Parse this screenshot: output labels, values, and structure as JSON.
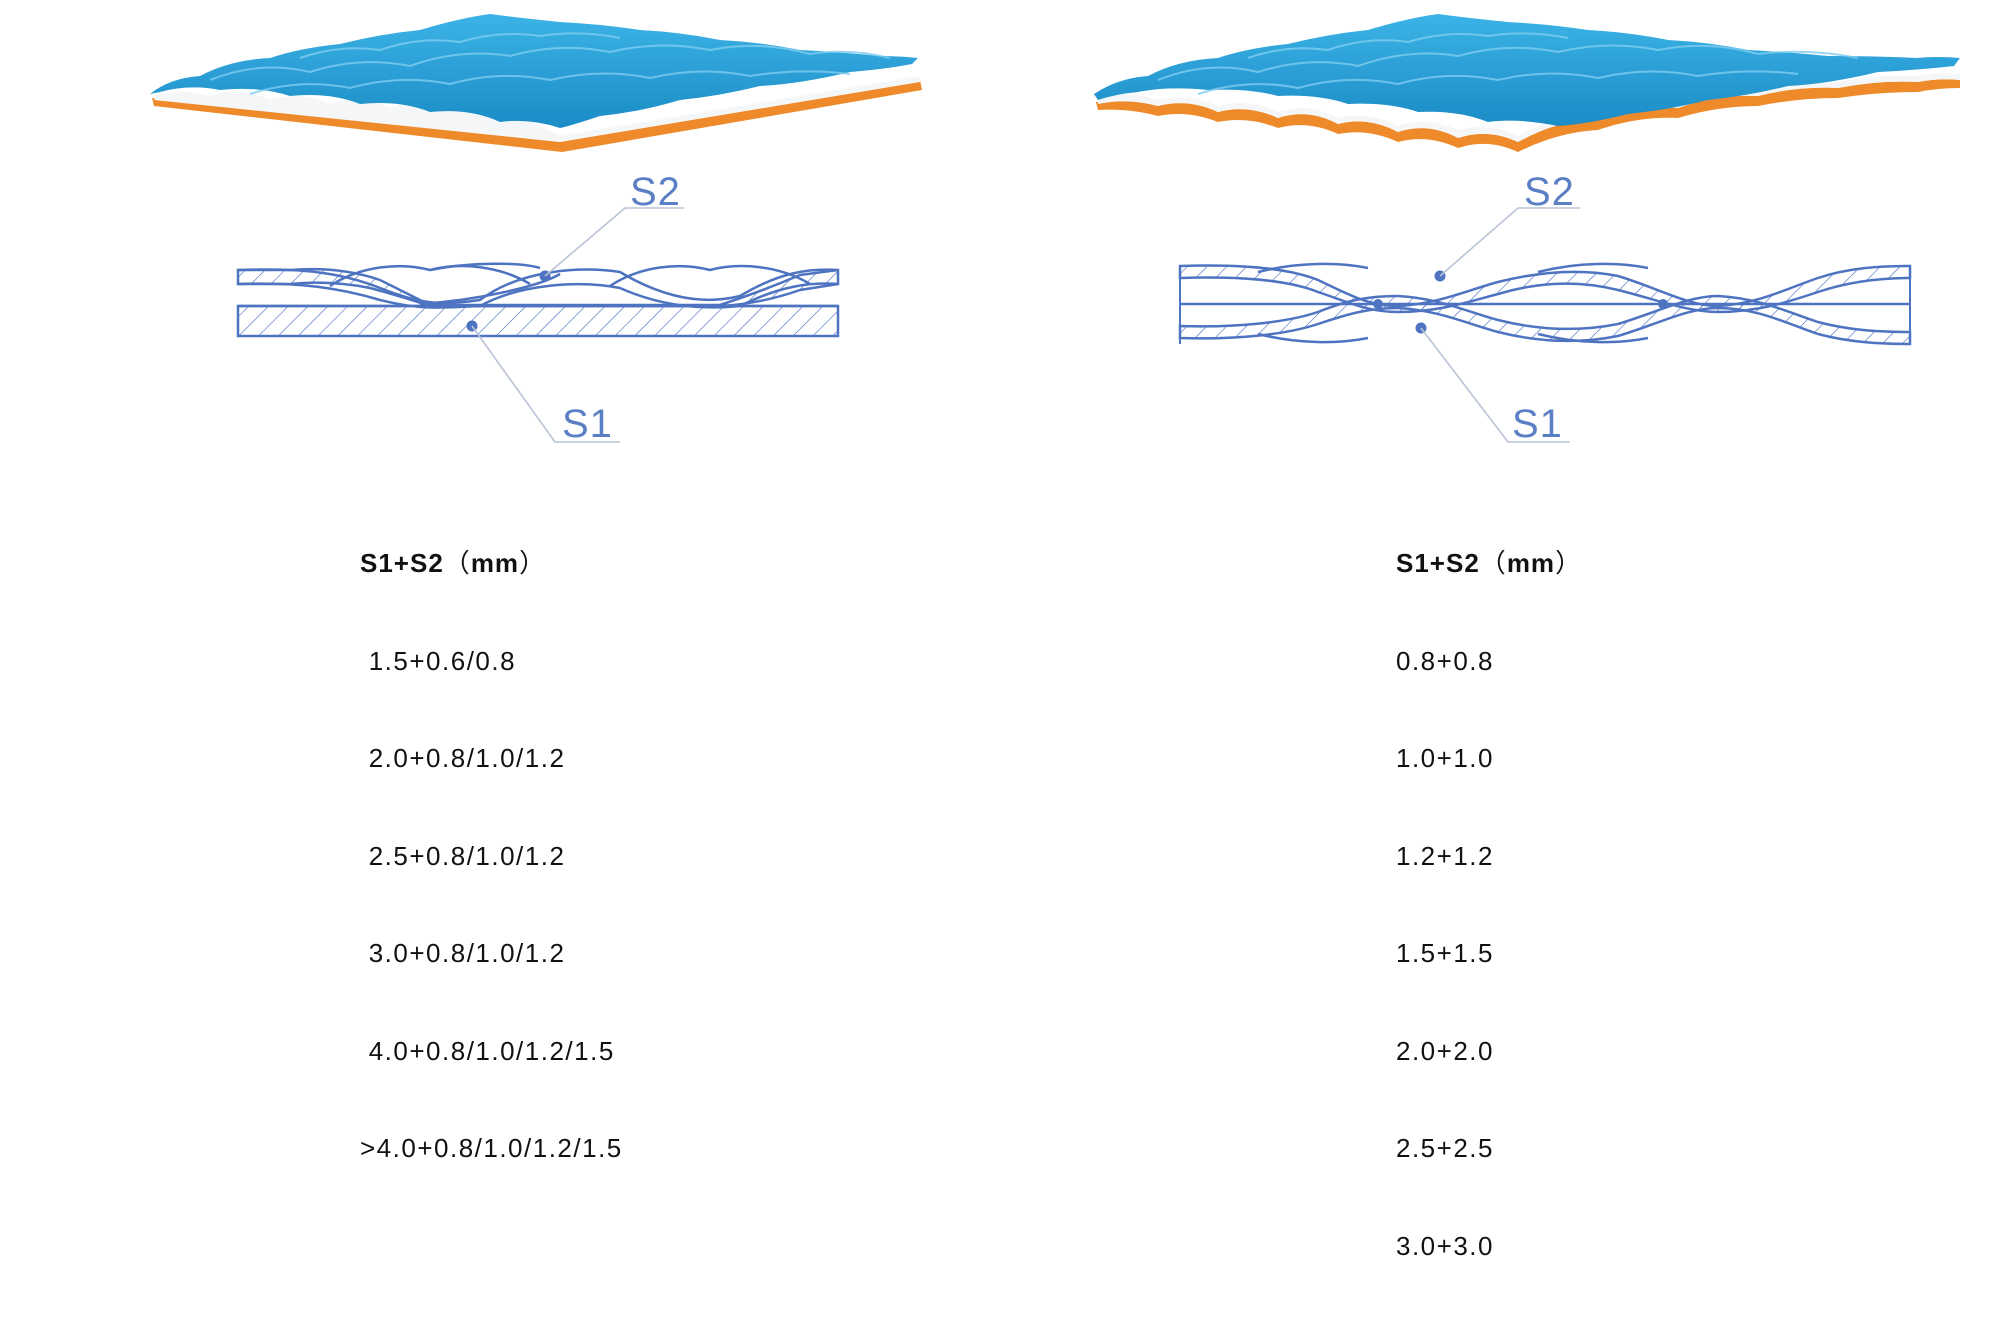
{
  "colors": {
    "fabric_blue": "#2aa3d8",
    "fabric_blue_dark": "#1a86bd",
    "backing_orange": "#ef8a2a",
    "diagram_line": "#4e74c1",
    "leader_line": "#b9c3d6"
  },
  "left": {
    "label_s2": "S2",
    "label_s1": "S1",
    "spec_title": "S1+S2",
    "spec_unit_open": "（",
    "spec_unit": "mm",
    "spec_unit_close": "）",
    "rows": [
      " 1.5+0.6/0.8",
      " 2.0+0.8/1.0/1.2",
      " 2.5+0.8/1.0/1.2",
      " 3.0+0.8/1.0/1.2",
      " 4.0+0.8/1.0/1.2/1.5",
      ">4.0+0.8/1.0/1.2/1.5"
    ]
  },
  "right": {
    "label_s2": "S2",
    "label_s1": "S1",
    "spec_title": "S1+S2",
    "spec_unit_open": "（",
    "spec_unit": "mm",
    "spec_unit_close": "）",
    "rows": [
      "0.8+0.8",
      "1.0+1.0",
      "1.2+1.2",
      "1.5+1.5",
      "2.0+2.0",
      "2.5+2.5",
      "3.0+3.0"
    ]
  }
}
